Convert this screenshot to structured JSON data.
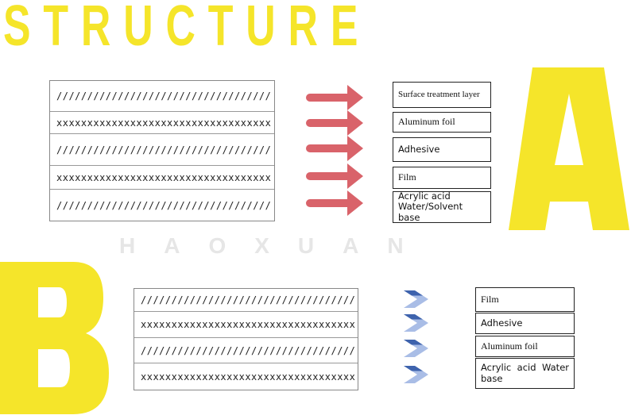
{
  "title": "STRUCTURE",
  "watermark": "HAOXUAN",
  "section_a": {
    "letter": "A",
    "rows": [
      "///////////////////////////////////",
      "xxxxxxxxxxxxxxxxxxxxxxxxxxxxxxxxxxx",
      "///////////////////////////////////",
      "xxxxxxxxxxxxxxxxxxxxxxxxxxxxxxxxxxx",
      "///////////////////////////////////"
    ],
    "labels": [
      "Surface treatment layer",
      "Aluminum foil",
      "Adhesive",
      "Film",
      "Acrylic acid Water/Solvent base"
    ]
  },
  "section_b": {
    "letter": "B",
    "rows": [
      "///////////////////////////////////",
      "xxxxxxxxxxxxxxxxxxxxxxxxxxxxxxxxxxx",
      "///////////////////////////////////",
      "xxxxxxxxxxxxxxxxxxxxxxxxxxxxxxxxxxx"
    ],
    "labels": [
      "Film",
      "Adhesive",
      "Aluminum foil",
      "Acrylic acid Water base"
    ]
  },
  "colors": {
    "yellow": "#f5e52a",
    "arrow_red": "#d9636a",
    "chevron_blue": "#6f8fc8"
  }
}
